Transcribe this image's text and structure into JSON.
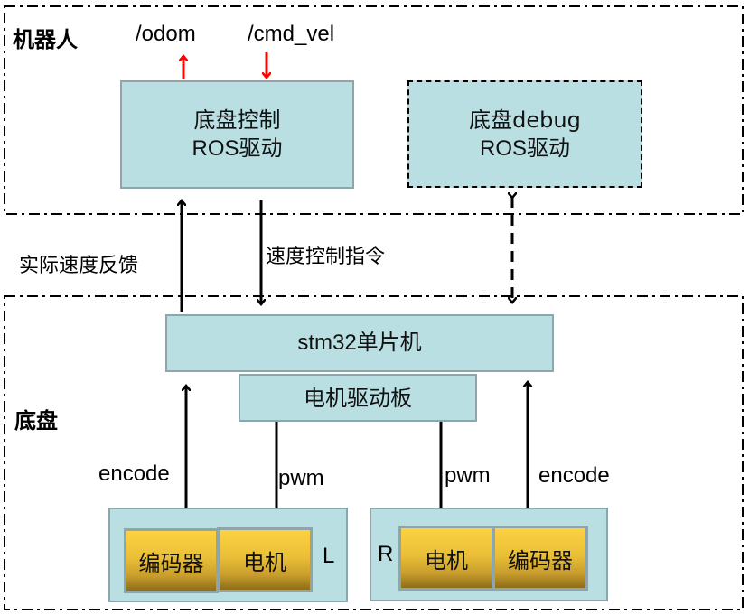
{
  "regions": {
    "robot": {
      "label": "机器人"
    },
    "chassis": {
      "label": "底盘"
    }
  },
  "topics": {
    "odom": "/odom",
    "cmd_vel": "/cmd_vel"
  },
  "nodes": {
    "chassis_control": {
      "line1": "底盘控制",
      "line2": "ROS驱动"
    },
    "chassis_debug": {
      "line1": "底盘debug",
      "line2": "ROS驱动"
    },
    "stm32": {
      "label": "stm32单片机"
    },
    "motor_driver": {
      "label": "电机驱动板"
    },
    "left_wheel": {
      "side": "L",
      "encoder": "编码器",
      "motor": "电机"
    },
    "right_wheel": {
      "side": "R",
      "encoder": "编码器",
      "motor": "电机"
    }
  },
  "edges": {
    "feedback": "实际速度反馈",
    "speed_cmd": "速度控制指令",
    "left_encode": "encode",
    "left_pwm": "pwm",
    "right_pwm": "pwm",
    "right_encode": "encode"
  },
  "colors": {
    "box_fill": "#b9dfe2",
    "box_border": "#8ea6aa",
    "chip_gold": "#fcd242",
    "topic_arrow": "#ff0000",
    "line": "#000000"
  }
}
